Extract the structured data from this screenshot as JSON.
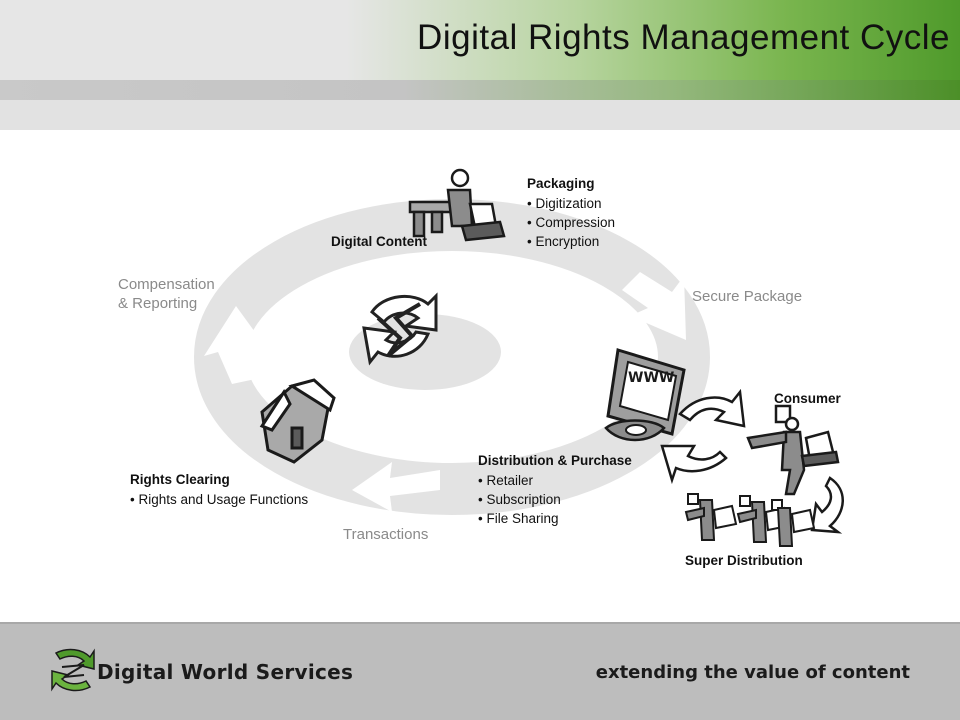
{
  "slide": {
    "title": "Digital Rights Management Cycle"
  },
  "diagram": {
    "digital_content": "Digital Content",
    "packaging": {
      "heading": "Packaging",
      "items": [
        "Digitization",
        "Compression",
        "Encryption"
      ]
    },
    "secure_package": "Secure Package",
    "distribution": {
      "heading": "Distribution & Purchase",
      "items": [
        "Retailer",
        "Subscription",
        "File Sharing"
      ]
    },
    "consumer": "Consumer",
    "super_distribution": "Super Distribution",
    "transactions": "Transactions",
    "rights_clearing": {
      "heading": "Rights Clearing",
      "items": [
        "Rights and Usage Functions"
      ]
    },
    "compensation": [
      "Compensation",
      "& Reporting"
    ],
    "www_label": "WWW"
  },
  "footer": {
    "brand": "Digital World Services",
    "tagline": "extending the value of content"
  },
  "colors": {
    "accent_green": "#4f9a2b",
    "ring_gray": "#e3e3e3",
    "footer_gray": "#bdbdbd"
  }
}
